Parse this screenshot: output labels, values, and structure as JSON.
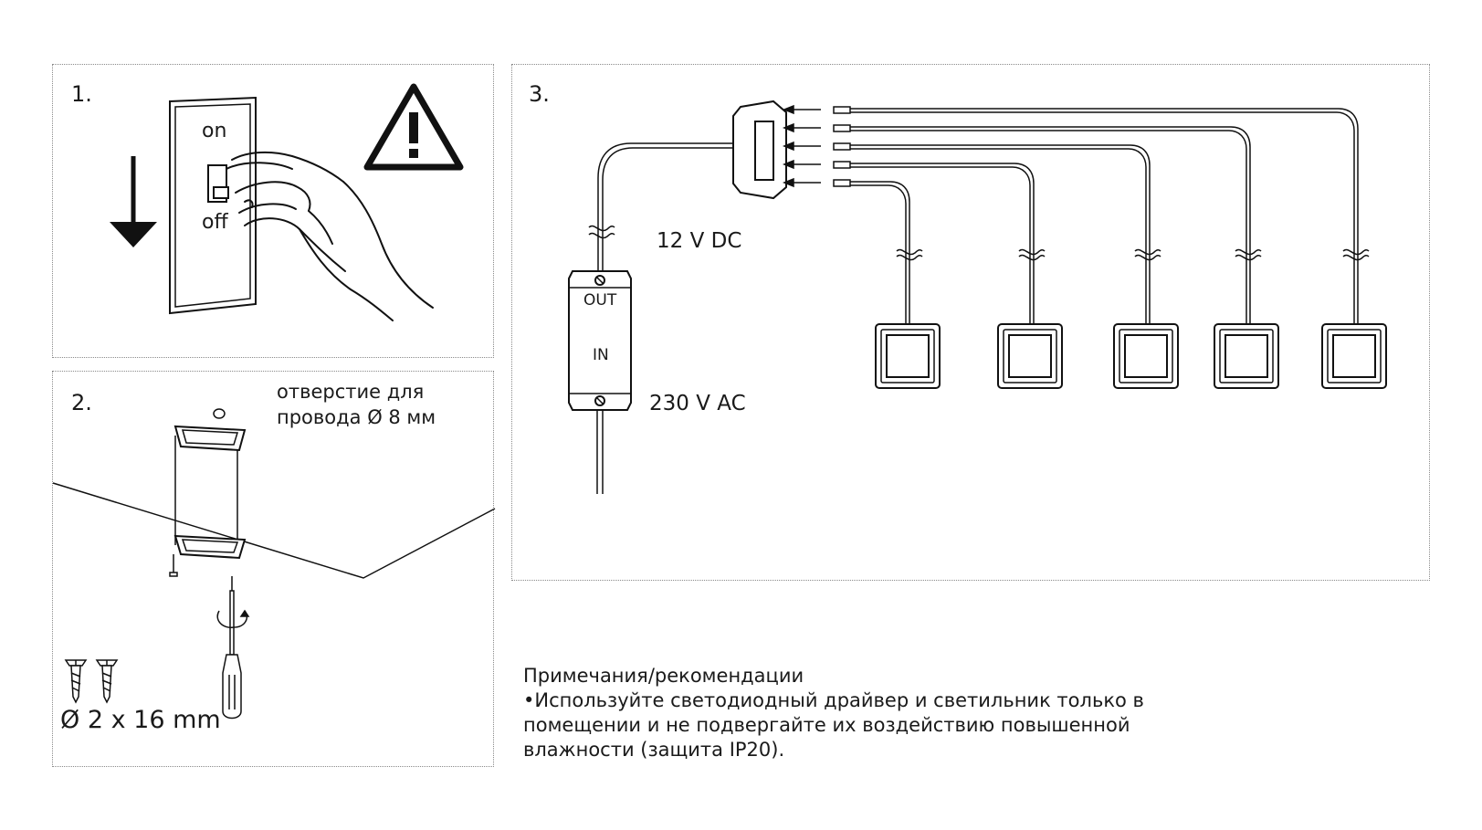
{
  "panel1": {
    "step": "1.",
    "switch_on": "on",
    "switch_off": "off"
  },
  "panel2": {
    "step": "2.",
    "hole_label_line1": "отверстие для",
    "hole_label_line2": "провода  Ø 8 мм",
    "screw_size": "Ø 2 x 16 mm"
  },
  "panel3": {
    "step": "3.",
    "output_voltage": "12 V DC",
    "input_voltage": "230 V AC",
    "driver_out": "OUT",
    "driver_in": "IN"
  },
  "notes": {
    "title": "Примечания/рекомендации",
    "bullet": "•",
    "line1": "Используйте светодиодный драйвер и светильник только в",
    "line2": "помещении и не подвергайте их воздействию повышенной",
    "line3": "влажности (защита IP20)."
  }
}
